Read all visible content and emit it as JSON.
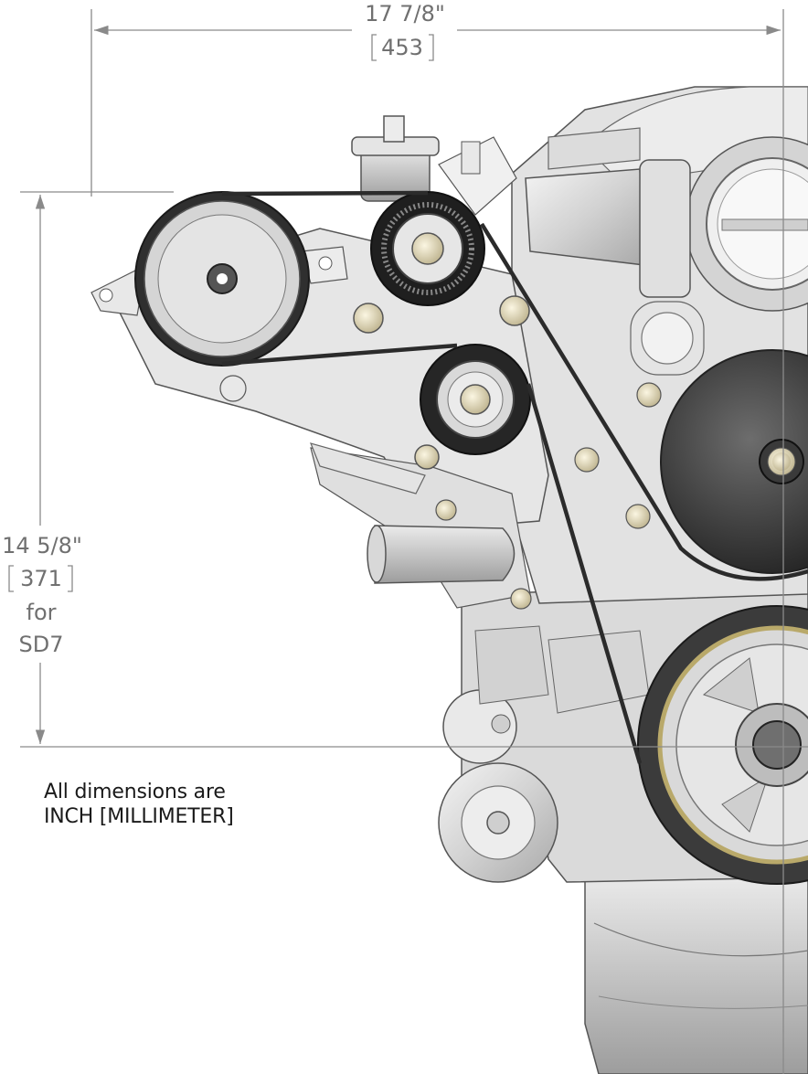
{
  "dimensions": {
    "width": {
      "inch": "17 7/8\"",
      "mm": "453"
    },
    "height": {
      "inch": "14 5/8\"",
      "mm": "371",
      "qualifier": "for",
      "model": "SD7"
    }
  },
  "note": {
    "line1": "All dimensions are",
    "line2": "INCH [MILLIMETER]"
  },
  "colors": {
    "dimension_line": "#8a8a8a",
    "belt": "#2b2b2b",
    "metal": "#cfcfcf"
  }
}
